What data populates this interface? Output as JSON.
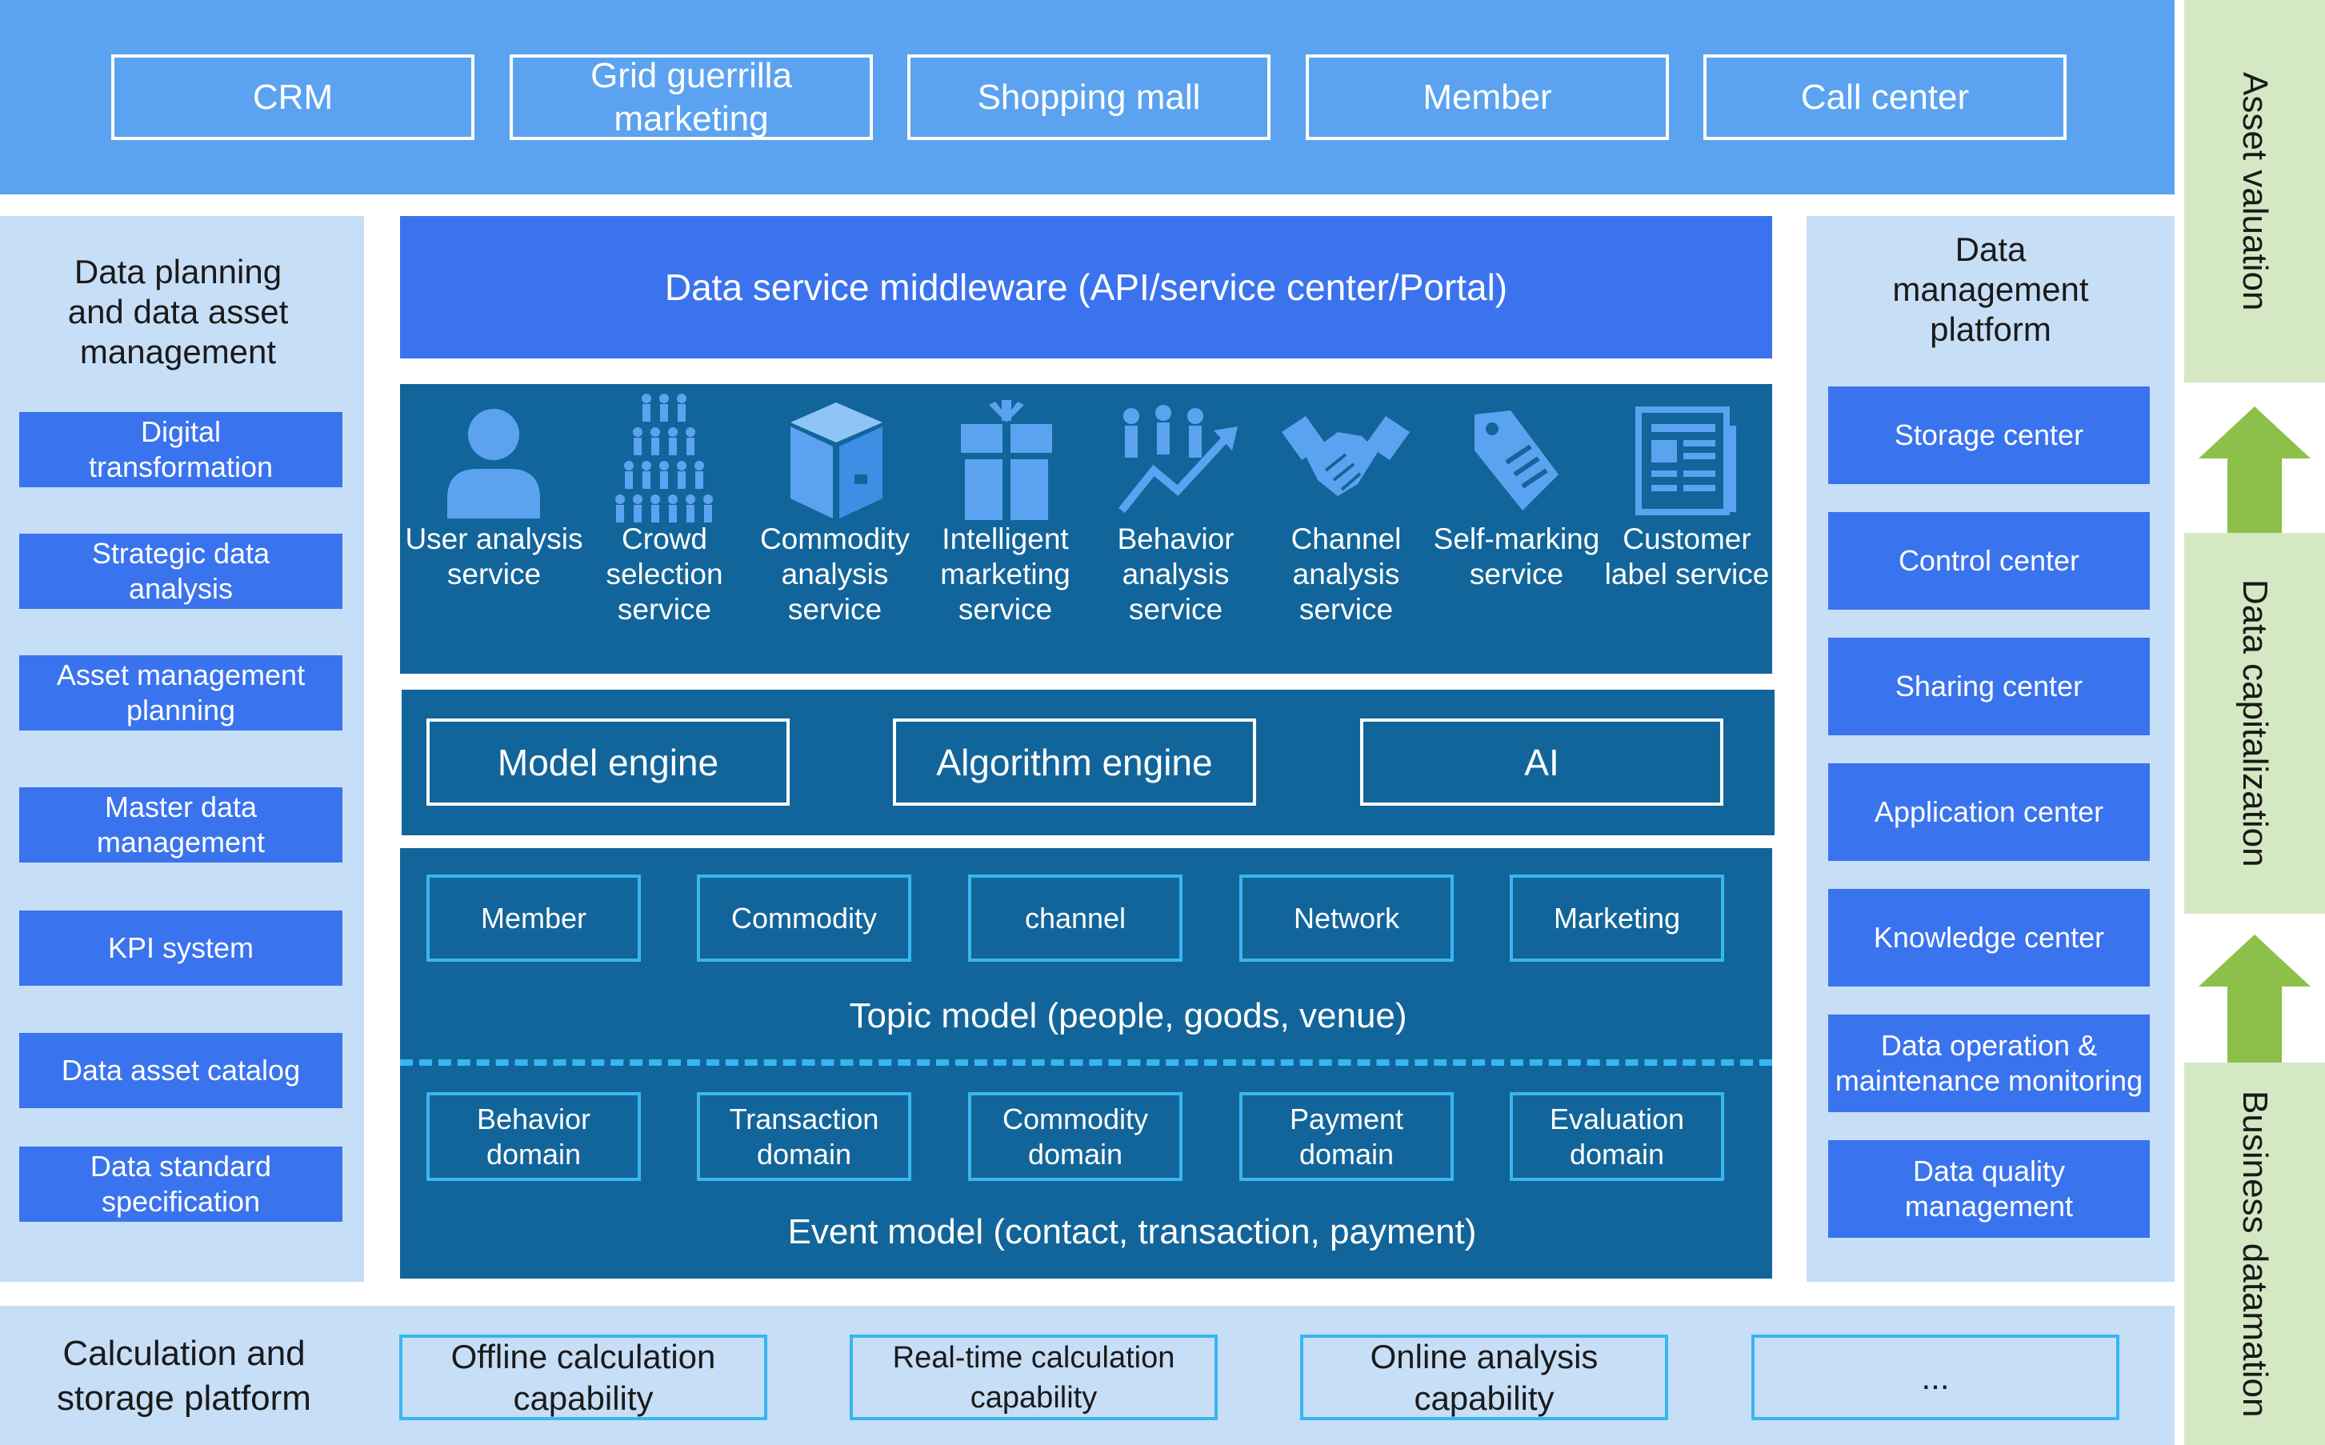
{
  "top_band": {
    "items": [
      "CRM",
      "Grid guerrilla marketing",
      "Shopping mall",
      "Member",
      "Call center"
    ]
  },
  "left": {
    "title": "Data planning and data asset management",
    "items": [
      "Digital transformation",
      "Strategic data analysis",
      "Asset management planning",
      "Master data management",
      "KPI system",
      "Data asset catalog",
      "Data standard specification"
    ]
  },
  "right": {
    "title": "Data management platform",
    "items": [
      "Storage center",
      "Control center",
      "Sharing center",
      "Application center",
      "Knowledge center",
      "Data operation & maintenance monitoring",
      "Data quality management"
    ]
  },
  "middleware": {
    "label": "Data service middleware (API/service center/Portal)"
  },
  "services": [
    {
      "label": "User analysis service",
      "icon": "user-icon"
    },
    {
      "label": "Crowd selection service",
      "icon": "crowd-icon"
    },
    {
      "label": "Commodity analysis service",
      "icon": "box-icon"
    },
    {
      "label": "Intelligent marketing service",
      "icon": "gift-icon"
    },
    {
      "label": "Behavior analysis service",
      "icon": "behavior-chart-icon"
    },
    {
      "label": "Channel analysis service",
      "icon": "handshake-icon"
    },
    {
      "label": "Self-marking service",
      "icon": "tag-icon"
    },
    {
      "label": "Customer label service",
      "icon": "document-icon"
    }
  ],
  "engines": [
    "Model engine",
    "Algorithm engine",
    "AI"
  ],
  "topic": {
    "items": [
      "Member",
      "Commodity",
      "channel",
      "Network",
      "Marketing"
    ],
    "label": "Topic model (people, goods, venue)"
  },
  "event": {
    "items": [
      "Behavior domain",
      "Transaction domain",
      "Commodity domain",
      "Payment domain",
      "Evaluation domain"
    ],
    "label": "Event model (contact, transaction, payment)"
  },
  "bottom": {
    "title": "Calculation and storage platform",
    "items": [
      "Offline calculation capability",
      "Real-time calculation capability",
      "Online analysis capability",
      "..."
    ]
  },
  "side_strip": [
    "Asset valuation",
    "Data capitalization",
    "Business datamation"
  ],
  "colors": {
    "top_band": "#5ba3f0",
    "panel_light": "#c7def7",
    "accent_blue": "#3a73ee",
    "panel_dark": "#12659a",
    "cyan_border": "#38b6f0",
    "strip_green": "#d5e8c4",
    "arrow_green": "#8cc04b"
  }
}
